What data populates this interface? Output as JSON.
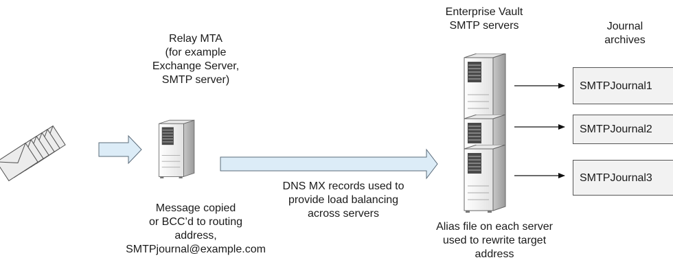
{
  "relay": {
    "title_lines": [
      "Relay MTA",
      "(for example",
      "Exchange Server,",
      "SMTP server)"
    ],
    "note_lines": [
      "Message copied",
      "or BCC’d to routing",
      "address,",
      "SMTPjournal@example.com"
    ]
  },
  "dns_note_lines": [
    "DNS MX records used to",
    "provide load balancing",
    "across servers"
  ],
  "vault": {
    "title_lines": [
      "Enterprise Vault",
      "SMTP servers"
    ],
    "note_lines": [
      "Alias file on each server",
      "used to rewrite target",
      "address"
    ]
  },
  "archives": {
    "title_lines": [
      "Journal",
      "archives"
    ],
    "items": [
      "SMTPJournal1",
      "SMTPJournal2",
      "SMTPJournal3"
    ]
  },
  "colors": {
    "envelope_fill": "#ececec",
    "arrow_fill": "#dcecf7",
    "arrow_stroke": "#5a6b7a",
    "server_body": "#d9d9d9",
    "server_front": "#f4f4f4",
    "server_dark": "#555555",
    "box_fill": "#f2f2f2"
  }
}
